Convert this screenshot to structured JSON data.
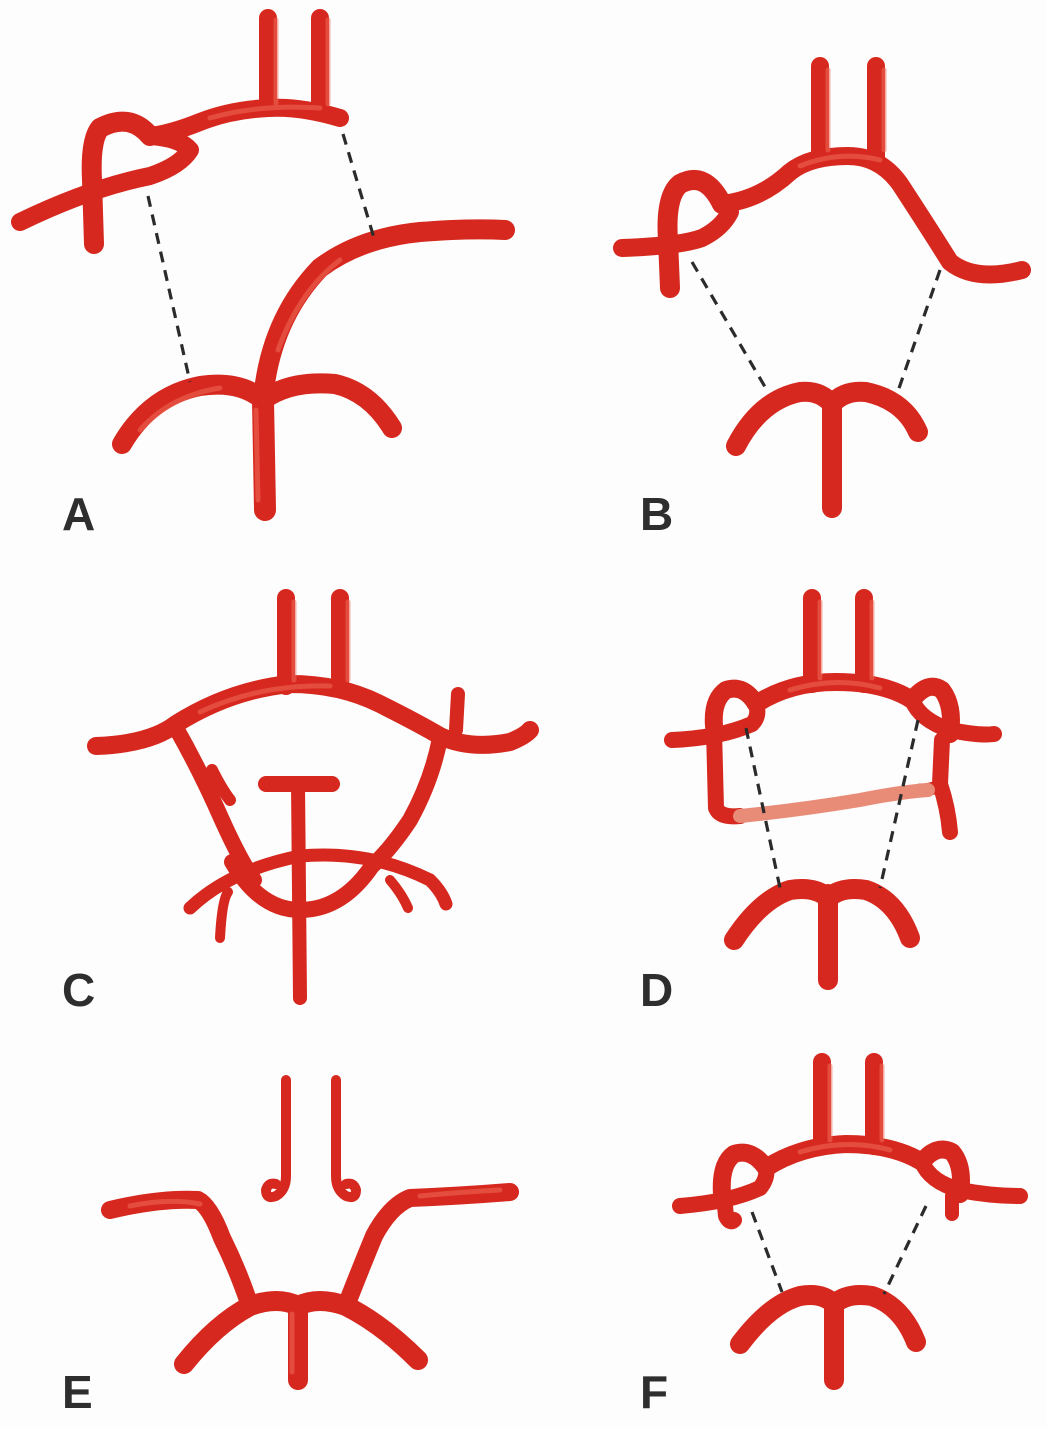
{
  "panels": [
    {
      "letter": "A"
    },
    {
      "letter": "B"
    },
    {
      "letter": "C"
    },
    {
      "letter": "D"
    },
    {
      "letter": "E"
    },
    {
      "letter": "F"
    }
  ],
  "colors": {
    "vessel": "#d6281e",
    "vessel_highlight": "#f06a58",
    "dashed_line": "#2b2b2b",
    "label": "#2e2e2e",
    "background": "#fdfdfd"
  }
}
